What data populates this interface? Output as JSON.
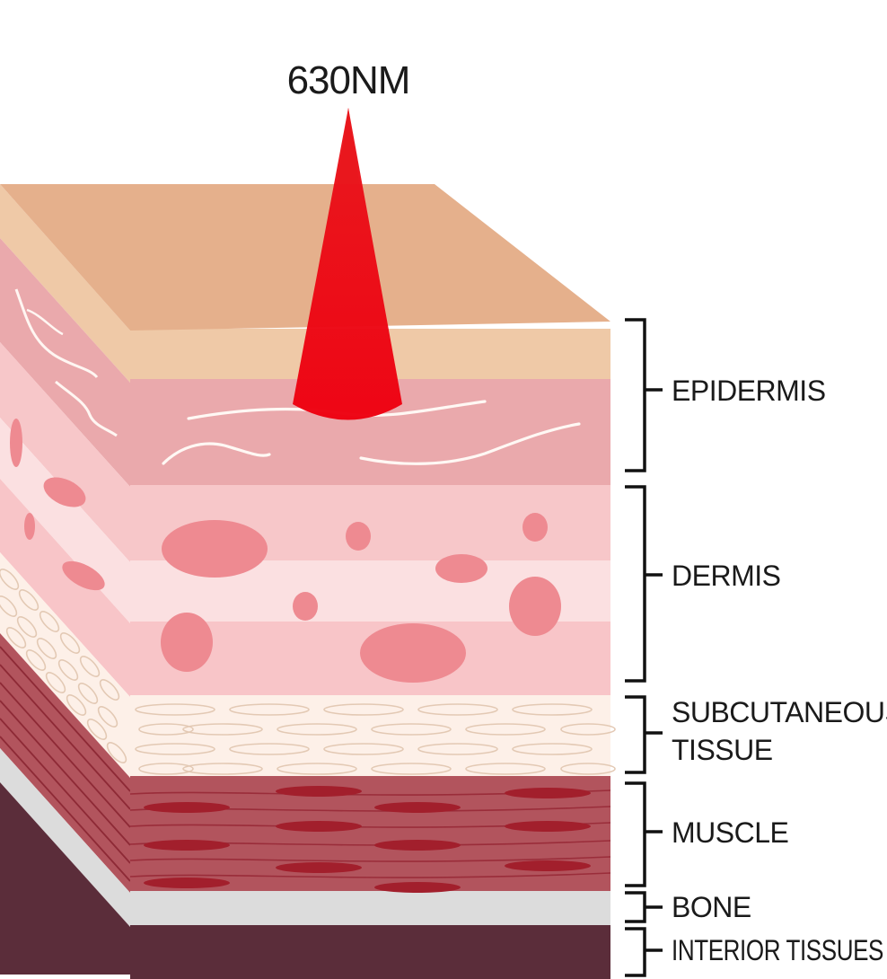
{
  "wavelength_label": "630NM",
  "layers": {
    "epidermis": "EPIDERMIS",
    "dermis": "DERMIS",
    "subcutaneous_line1": "SUBCUTANEOUS",
    "subcutaneous_line2": "TISSUE",
    "muscle": "MUSCLE",
    "bone": "BONE",
    "interior": "INTERIOR TISSUES"
  },
  "colors": {
    "skin_top": "#e5b08c",
    "epidermis_front": "#efc9a7",
    "dermis_upper": "#eaa9ac",
    "dermis_mid": "#f7c7c9",
    "dermis_light": "#fbe0e1",
    "subcutaneous": "#fdf0e8",
    "muscle": "#b2545d",
    "muscle_fiber": "#a21f2c",
    "bone": "#dcdcdc",
    "interior": "#5b2d3a",
    "light_beam": "#ee0a12"
  }
}
